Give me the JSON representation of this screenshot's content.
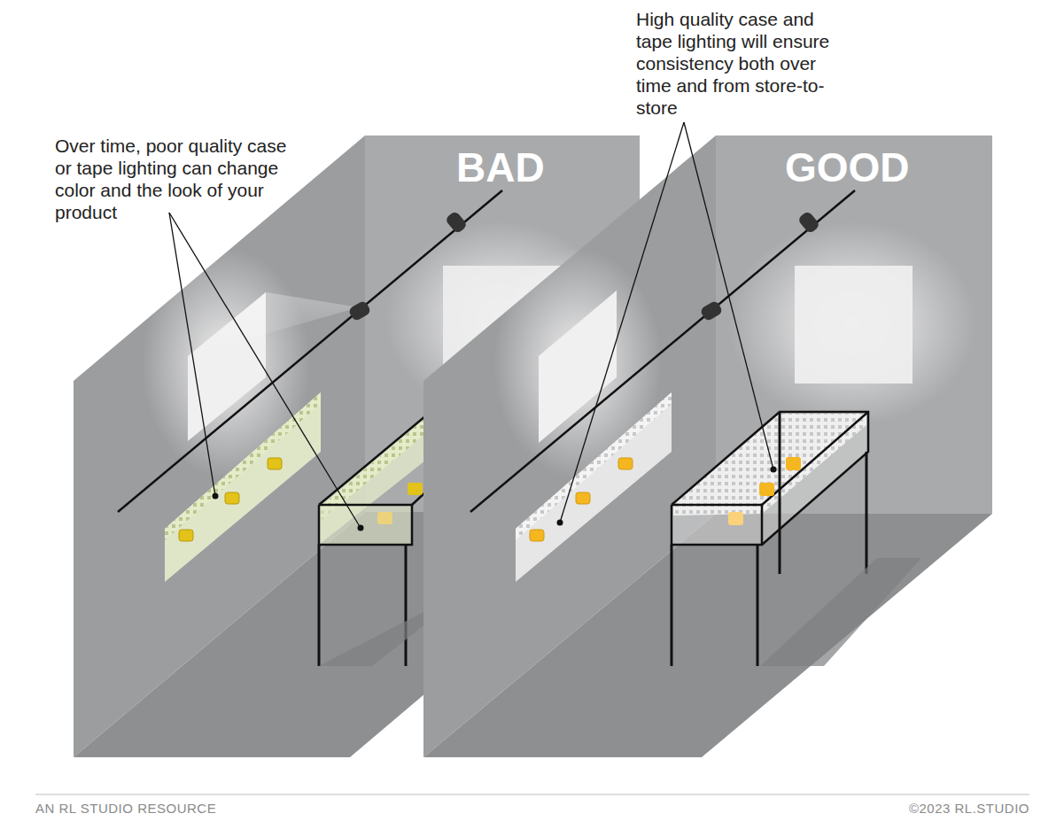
{
  "diagram": {
    "labels": [
      "Over time, poor quality case or tape lighting can change color and the look of your product",
      "BAD",
      "GOOD",
      "High quality case and tape lighting will ensure consistency both over time and from store-to-store",
      "AN RL STUDIO RESOURCE",
      "©2023 RL.STUDIO"
    ]
  }
}
